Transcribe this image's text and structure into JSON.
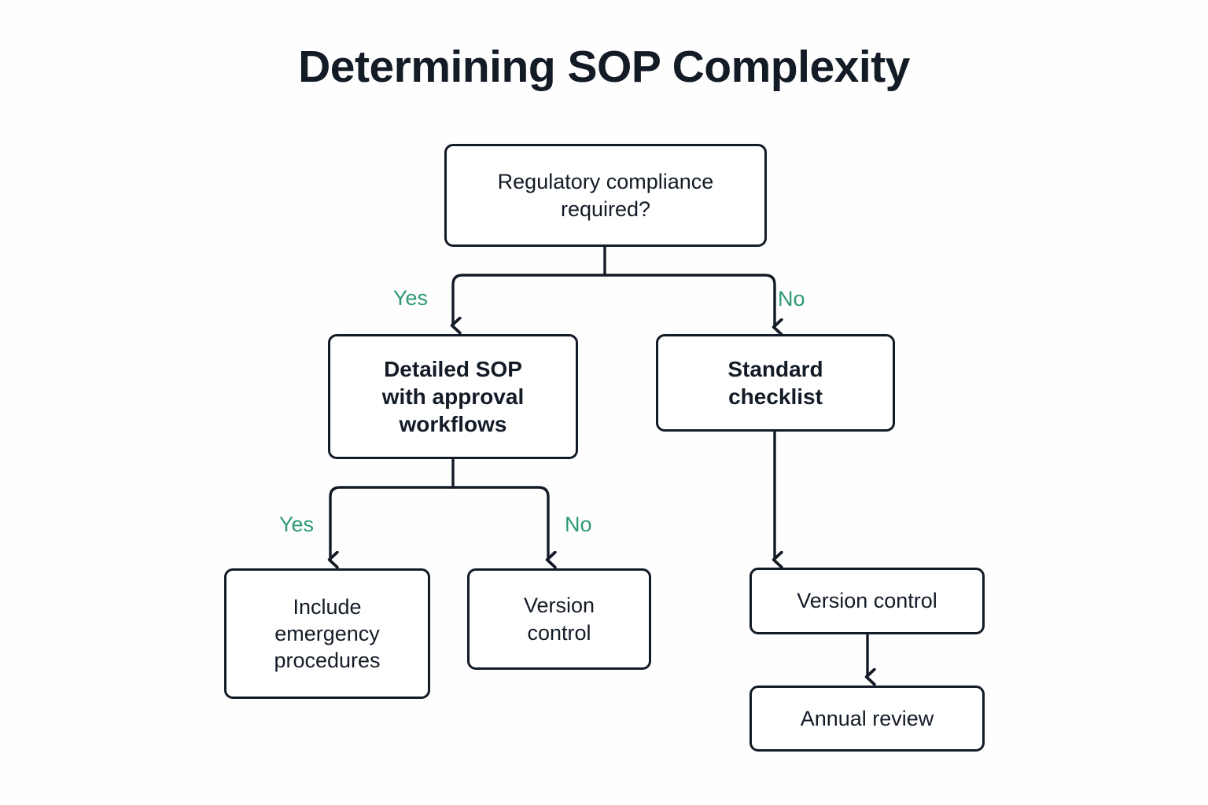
{
  "title": "Determining SOP Complexity",
  "colors": {
    "background": "#fefefe",
    "stroke": "#131b26",
    "text": "#131b26",
    "label_accent": "#2e9b72"
  },
  "nodes": {
    "root": "Regulatory compliance\nrequired?",
    "detailed_sop": "Detailed SOP\nwith approval\nworkflows",
    "standard_checklist": "Standard\nchecklist",
    "include_emergency": "Include\nemergency\nprocedures",
    "version_control_left": "Version\ncontrol",
    "version_control_right": "Version control",
    "annual_review": "Annual review"
  },
  "edge_labels": {
    "root_yes": "Yes",
    "root_no": "No",
    "detailed_yes": "Yes",
    "detailed_no": "No"
  },
  "chart_data": {
    "type": "diagram",
    "diagram_kind": "flowchart",
    "title": "Determining SOP Complexity",
    "nodes": [
      {
        "id": "root",
        "label": "Regulatory compliance required?",
        "shape": "rounded-rect",
        "level": 0
      },
      {
        "id": "detailed_sop",
        "label": "Detailed SOP with approval workflows",
        "shape": "rounded-rect",
        "level": 1
      },
      {
        "id": "standard_checklist",
        "label": "Standard checklist",
        "shape": "rounded-rect",
        "level": 1
      },
      {
        "id": "include_emergency",
        "label": "Include emergency procedures",
        "shape": "rounded-rect",
        "level": 2
      },
      {
        "id": "version_control_left",
        "label": "Version control",
        "shape": "rounded-rect",
        "level": 2
      },
      {
        "id": "version_control_right",
        "label": "Version control",
        "shape": "rounded-rect",
        "level": 2
      },
      {
        "id": "annual_review",
        "label": "Annual review",
        "shape": "rounded-rect",
        "level": 3
      }
    ],
    "edges": [
      {
        "from": "root",
        "to": "detailed_sop",
        "label": "Yes"
      },
      {
        "from": "root",
        "to": "standard_checklist",
        "label": "No"
      },
      {
        "from": "detailed_sop",
        "to": "include_emergency",
        "label": "Yes"
      },
      {
        "from": "detailed_sop",
        "to": "version_control_left",
        "label": "No"
      },
      {
        "from": "standard_checklist",
        "to": "version_control_right",
        "label": ""
      },
      {
        "from": "version_control_right",
        "to": "annual_review",
        "label": ""
      }
    ]
  }
}
